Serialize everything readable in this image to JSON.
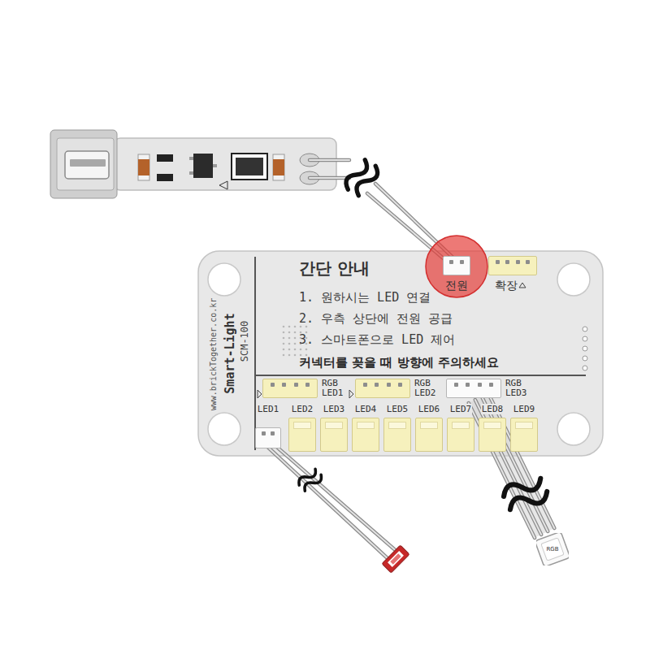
{
  "diagram": {
    "nodes": [
      {
        "text": [
          "www.brickTogether.co.kr",
          "Smart-Light",
          "SCM-100",
          "간단 안내",
          "1. 원하시는 LED 연결",
          "2. 우측 상단에 전원 공급",
          "3. 스마트폰으로 LED 제어",
          "커넥터를 꽂을 때 방향에 주의하세요"
        ]
      },
      {
        "text": [
          "전원"
        ],
        "in": 0
      },
      {
        "text": [
          "확장"
        ],
        "in": 0
      },
      {
        "text": [
          "RGB LED1"
        ],
        "in": 0
      },
      {
        "text": [
          "RGB LED2"
        ],
        "in": 0
      },
      {
        "text": [
          "RGB LED3"
        ],
        "in": 0
      },
      {
        "text": [
          "LED1"
        ],
        "in": 0
      },
      {
        "text": [
          "LED2"
        ],
        "in": 0
      },
      {
        "text": [
          "LED3"
        ],
        "in": 0
      },
      {
        "text": [
          "LED4"
        ],
        "in": 0
      },
      {
        "text": [
          "LED5"
        ],
        "in": 0
      },
      {
        "text": [
          "LED6"
        ],
        "in": 0
      },
      {
        "text": [
          "LED7"
        ],
        "in": 0
      },
      {
        "text": [
          "LED8"
        ],
        "in": 0
      },
      {
        "text": [
          "LED9"
        ],
        "in": 0
      },
      {
        "text": [
          "RGB"
        ]
      }
    ],
    "edges": [
      {
        "from": 5,
        "to": 15,
        "arrow": "none"
      }
    ]
  }
}
